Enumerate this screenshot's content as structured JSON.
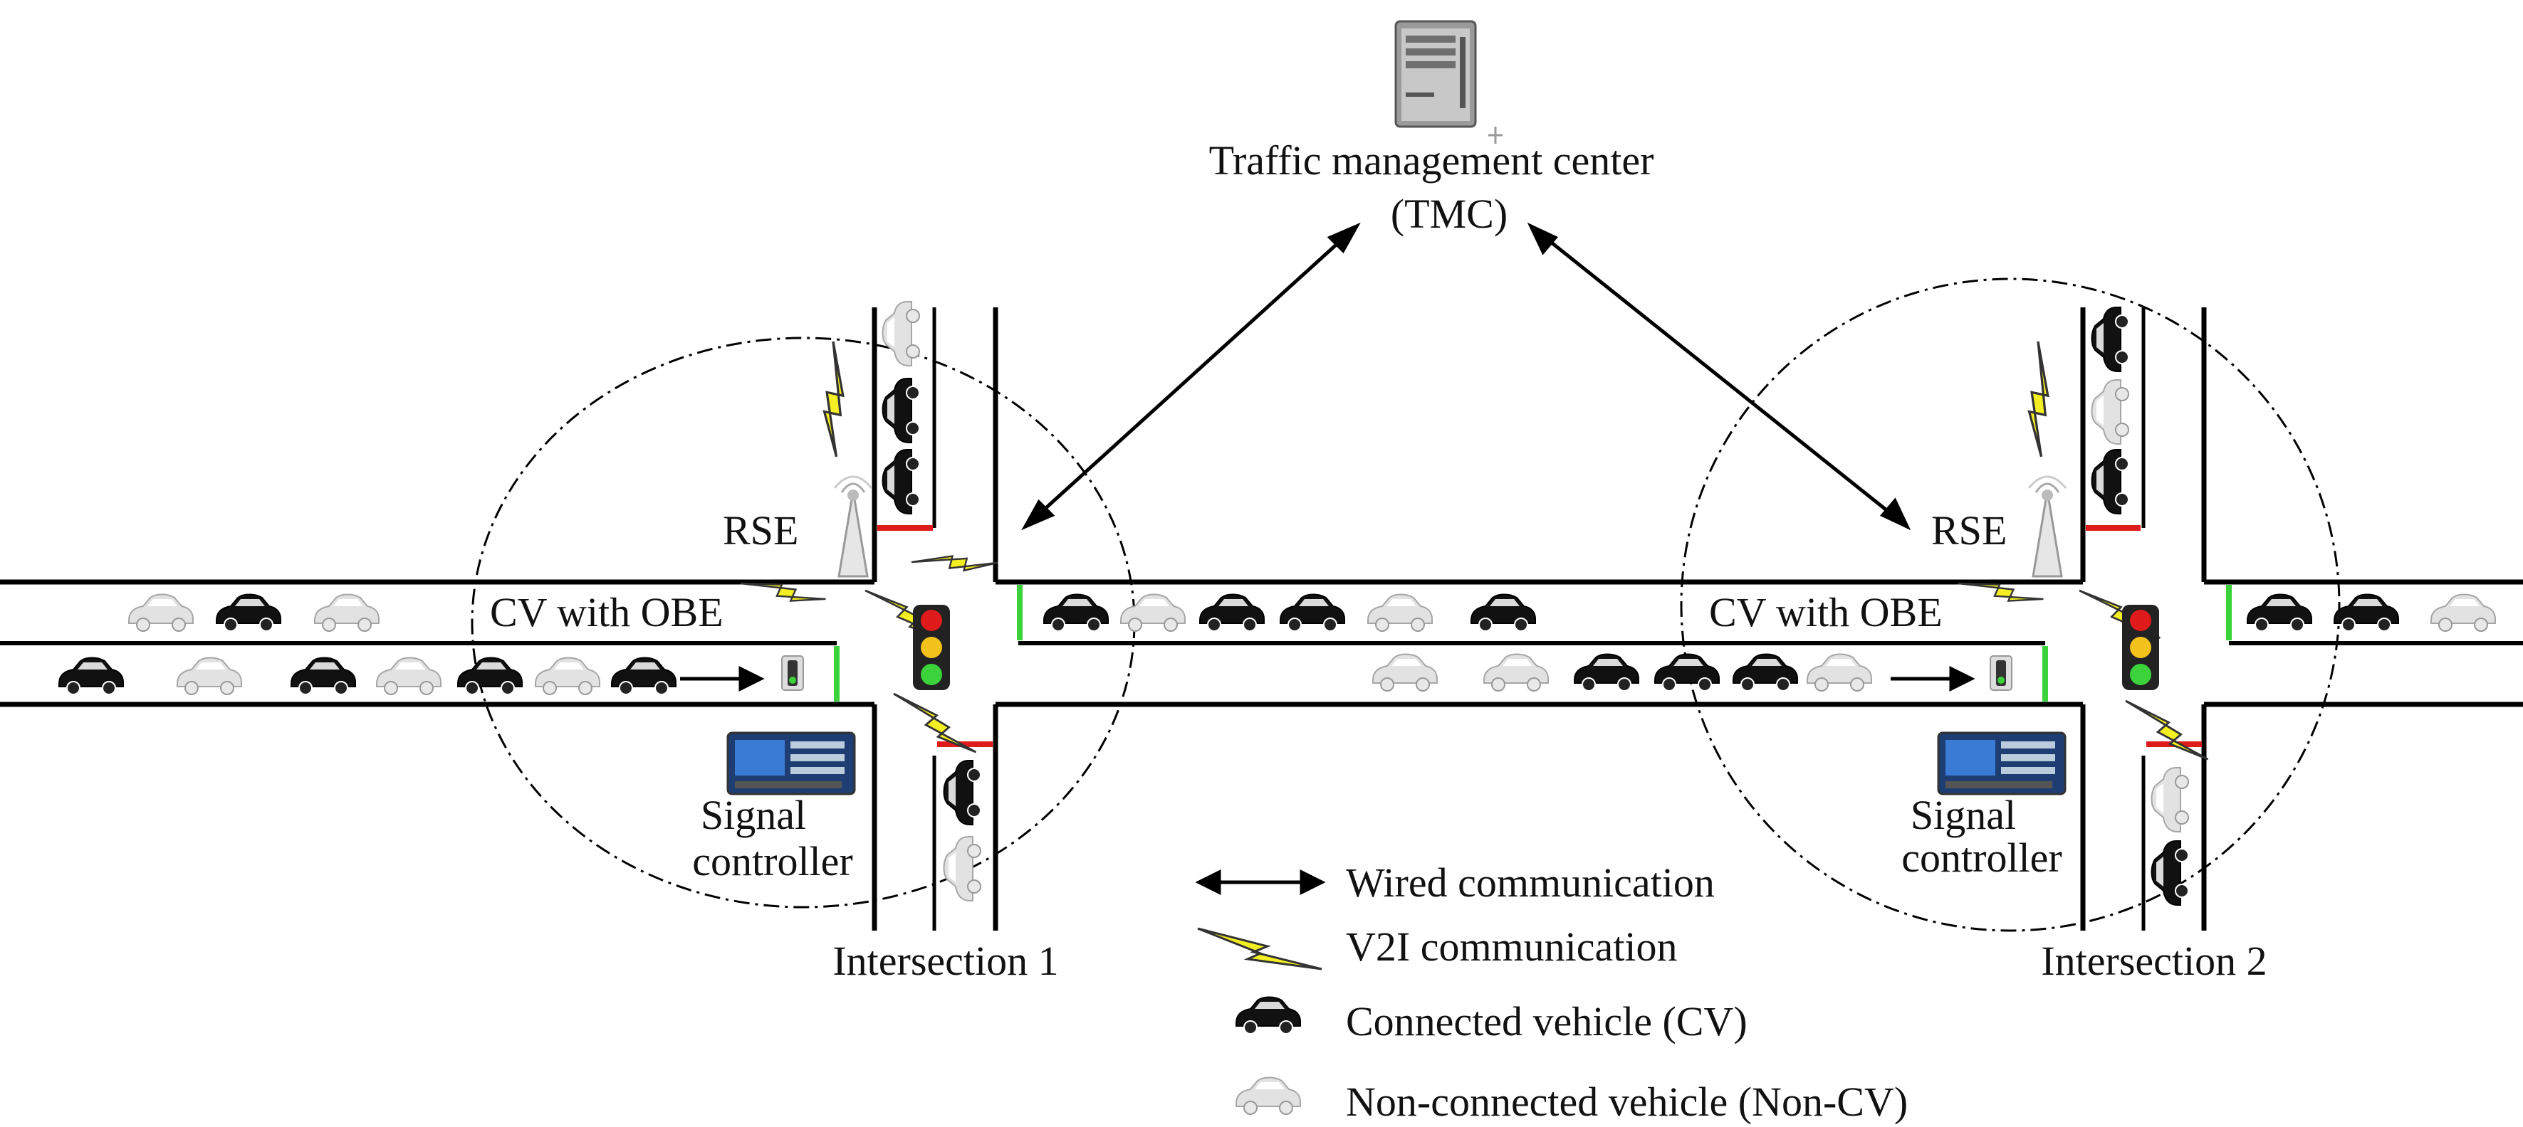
{
  "tmc": {
    "line1": "Traffic management center",
    "line2": "(TMC)"
  },
  "intersections": [
    {
      "rse": "RSE",
      "cv_obe": "CV with OBE",
      "controller_line1": "Signal",
      "controller_line2": "controller",
      "name": "Intersection 1"
    },
    {
      "rse": "RSE",
      "cv_obe": "CV with OBE",
      "controller_line1": "Signal",
      "controller_line2": "controller",
      "name": "Intersection 2"
    }
  ],
  "legend": {
    "wired": "Wired communication",
    "v2i": "V2I communication",
    "cv": "Connected vehicle (CV)",
    "noncv": "Non-connected vehicle (Non-CV)"
  },
  "colors": {
    "connected_vehicle": "#111111",
    "non_connected_vehicle": "#d4d4d4",
    "lightning": "#f4ef22",
    "stop_bar_red": "#e01b1b",
    "stop_bar_green": "#3bd23b",
    "signal_controller": "#2a5fa8"
  },
  "vehicles": {
    "west_upper_lane": [
      "non-cv",
      "cv",
      "non-cv"
    ],
    "west_lower_lane": [
      "cv",
      "non-cv",
      "cv",
      "non-cv",
      "cv",
      "non-cv",
      "cv"
    ],
    "middle_upper_lane": [
      "cv",
      "non-cv",
      "cv",
      "cv",
      "non-cv",
      "cv"
    ],
    "middle_lower_lane": [
      "non-cv",
      "non-cv",
      "cv",
      "cv",
      "cv",
      "non-cv"
    ],
    "east_upper_lane": [
      "cv",
      "cv",
      "non-cv"
    ],
    "north_arm_1": [
      "non-cv",
      "cv",
      "cv"
    ],
    "south_arm_1": [
      "cv",
      "non-cv"
    ],
    "north_arm_2": [
      "cv",
      "non-cv",
      "cv"
    ],
    "south_arm_2": [
      "non-cv",
      "cv"
    ]
  }
}
